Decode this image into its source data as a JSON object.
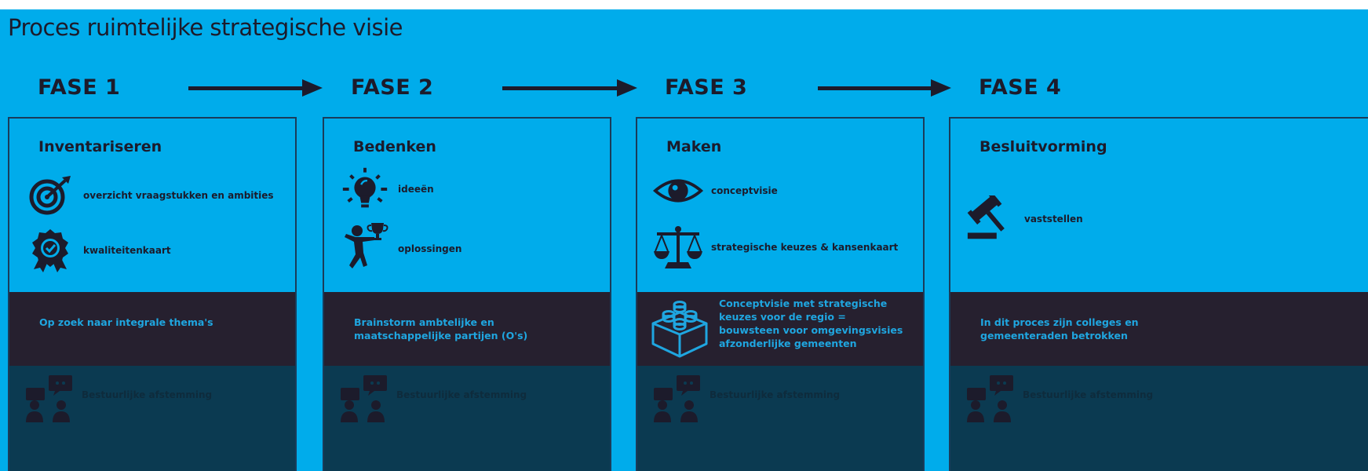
{
  "title": "Proces ruimtelijke strategische visie",
  "phases": [
    {
      "label": "FASE 1",
      "heading": "Inventariseren",
      "items": [
        {
          "icon": "target-icon",
          "label": "overzicht vraagstukken en ambities"
        },
        {
          "icon": "quality-badge-icon",
          "label": "kwaliteitenkaart"
        }
      ],
      "middle_text": [
        "Op zoek naar integrale thema's"
      ],
      "bottom_icon": "meeting-people-icon",
      "bottom_text": "Bestuurlijke afstemming"
    },
    {
      "label": "FASE 2",
      "heading": "Bedenken",
      "items": [
        {
          "icon": "lightbulb-icon",
          "label": "ideeën"
        },
        {
          "icon": "trophy-person-icon",
          "label": "oplossingen"
        }
      ],
      "middle_text": [
        "Brainstorm ambtelijke en",
        "maatschappelijke partijen (O's)"
      ],
      "bottom_icon": "meeting-people-icon",
      "bottom_text": "Bestuurlijke afstemming"
    },
    {
      "label": "FASE 3",
      "heading": "Maken",
      "items": [
        {
          "icon": "eye-icon",
          "label": "conceptvisie"
        },
        {
          "icon": "scales-icon",
          "label": "strategische keuzes & kansenkaart"
        }
      ],
      "middle_icon": "building-block-icon",
      "middle_text": [
        "Conceptvisie met strategische",
        "keuzes voor de regio =",
        "bouwsteen voor omgevingsvisies",
        "afzonderlijke gemeenten"
      ],
      "bottom_icon": "meeting-people-icon",
      "bottom_text": "Bestuurlijke afstemming"
    },
    {
      "label": "FASE 4",
      "heading": "Besluitvorming",
      "items": [
        {
          "icon": "gavel-icon",
          "label": "vaststellen"
        }
      ],
      "middle_text": [
        "In dit proces zijn colleges en",
        "gemeenteraden betrokken"
      ],
      "bottom_icon": "meeting-people-icon",
      "bottom_text": "Bestuurlijke afstemming"
    }
  ]
}
